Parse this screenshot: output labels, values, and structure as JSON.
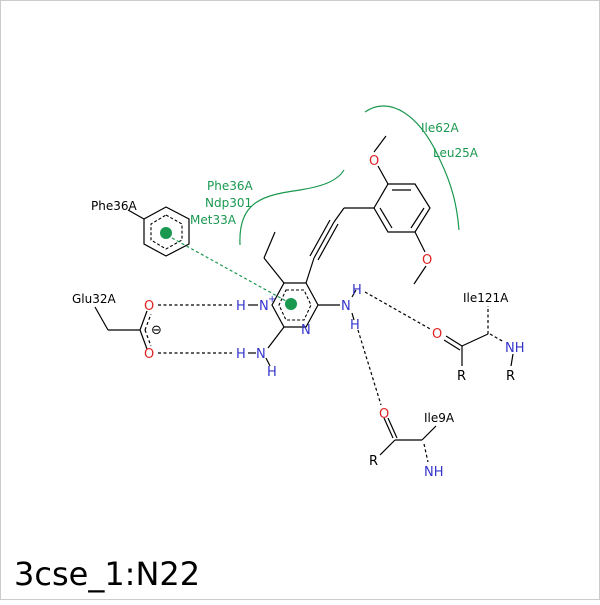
{
  "title": "3cse_1:N22",
  "hydrophobic_contacts": [
    "Ile62A",
    "Leu25A",
    "Phe36A",
    "Ndp301",
    "Met33A"
  ],
  "residues": {
    "phe36": "Phe36A",
    "glu32": "Glu32A",
    "ile121": "Ile121A",
    "ile9": "Ile9A"
  },
  "atoms": {
    "O": "O",
    "N": "N",
    "H": "H",
    "NH": "NH",
    "R": "R",
    "N_plus": "N",
    "plus": "+",
    "minus": "⊖"
  },
  "colors": {
    "hydrophobic": "#1a9850",
    "nitrogen": "#3333cc",
    "oxygen": "#dd2222",
    "bond": "#000000"
  }
}
